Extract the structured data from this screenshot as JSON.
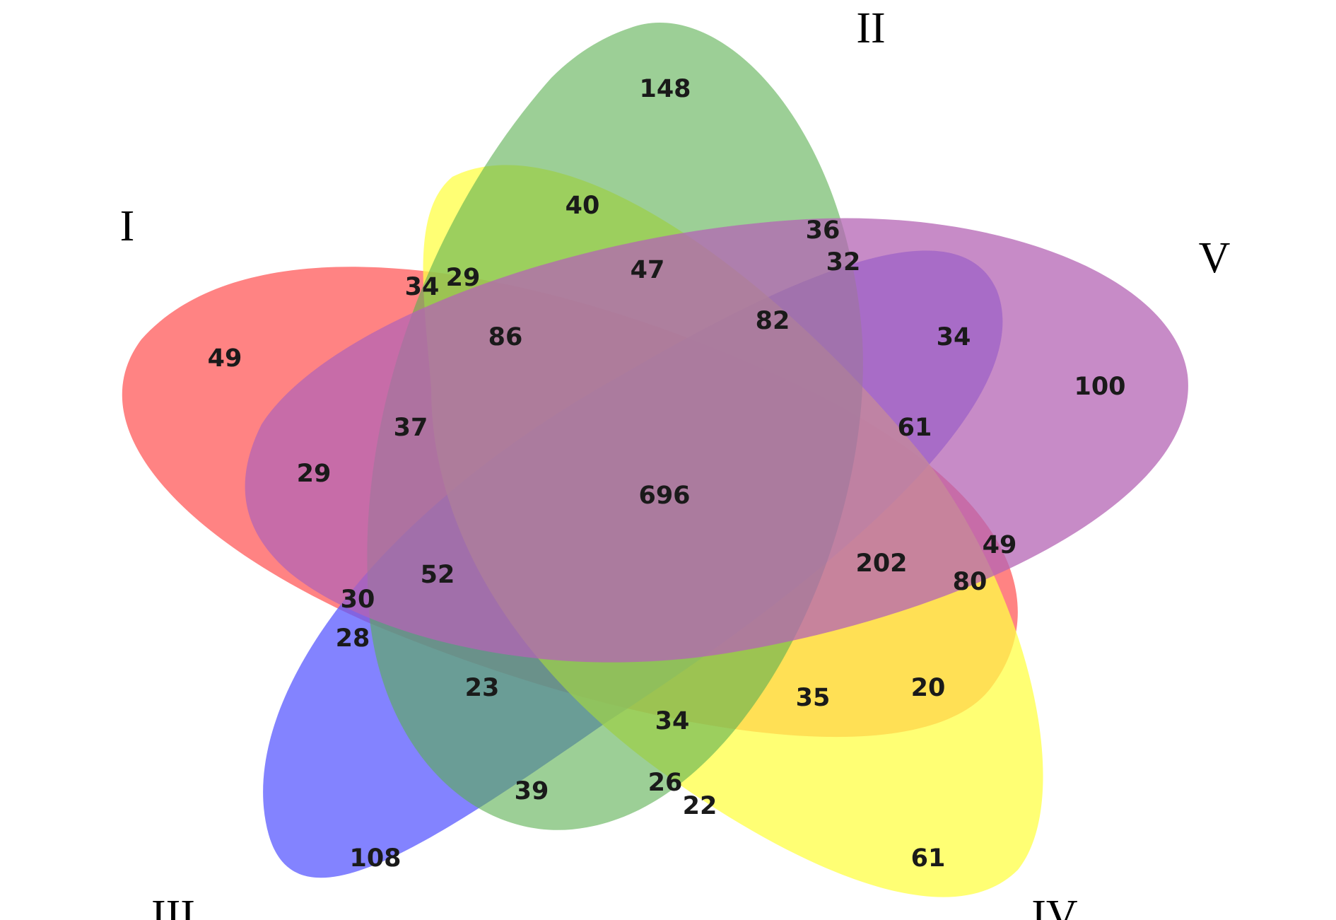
{
  "sets": [
    {
      "id": "I",
      "label": "I",
      "color": "#ff5a5a"
    },
    {
      "id": "II",
      "label": "II",
      "color": "#5aaf50"
    },
    {
      "id": "III",
      "label": "III",
      "color": "#5a5aff"
    },
    {
      "id": "IV",
      "label": "IV",
      "color": "#ffff46"
    },
    {
      "id": "V",
      "label": "V",
      "color": "#b464b4"
    }
  ],
  "regions": [
    {
      "id": "r1",
      "value": "49"
    },
    {
      "id": "r2",
      "value": "148"
    },
    {
      "id": "r3",
      "value": "100"
    },
    {
      "id": "r4",
      "value": "108"
    },
    {
      "id": "r5",
      "value": "61"
    },
    {
      "id": "r6",
      "value": "40"
    },
    {
      "id": "r7",
      "value": "36"
    },
    {
      "id": "r8",
      "value": "47"
    },
    {
      "id": "r9",
      "value": "32"
    },
    {
      "id": "r10",
      "value": "34"
    },
    {
      "id": "r11",
      "value": "29"
    },
    {
      "id": "r12",
      "value": "86"
    },
    {
      "id": "r13",
      "value": "82"
    },
    {
      "id": "r14",
      "value": "34"
    },
    {
      "id": "r15",
      "value": "29"
    },
    {
      "id": "r16",
      "value": "37"
    },
    {
      "id": "r17",
      "value": "61"
    },
    {
      "id": "r18",
      "value": "696"
    },
    {
      "id": "r19",
      "value": "52"
    },
    {
      "id": "r20",
      "value": "202"
    },
    {
      "id": "r21",
      "value": "49"
    },
    {
      "id": "r22",
      "value": "80"
    },
    {
      "id": "r23",
      "value": "30"
    },
    {
      "id": "r24",
      "value": "28"
    },
    {
      "id": "r25",
      "value": "23"
    },
    {
      "id": "r26",
      "value": "34"
    },
    {
      "id": "r27",
      "value": "35"
    },
    {
      "id": "r28",
      "value": "20"
    },
    {
      "id": "r29",
      "value": "39"
    },
    {
      "id": "r30",
      "value": "26"
    },
    {
      "id": "r31",
      "value": "22"
    }
  ]
}
